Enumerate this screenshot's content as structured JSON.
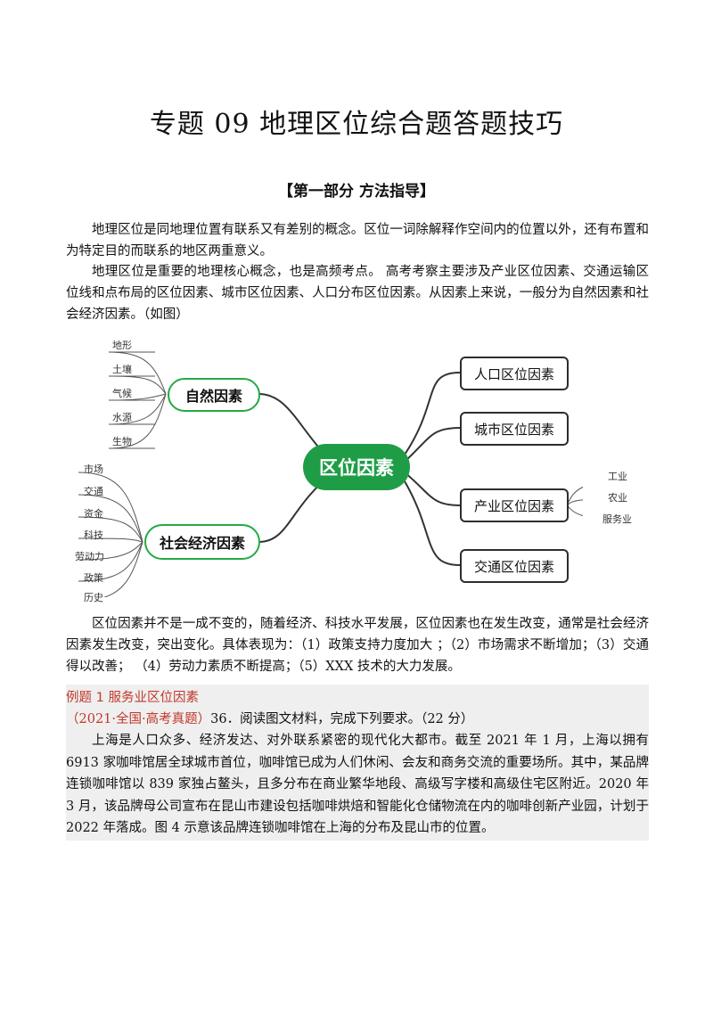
{
  "title": "专题 09  地理区位综合题答题技巧",
  "section_heading": "【第一部分    方法指导】",
  "paragraphs": {
    "p1": "地理区位是同地理位置有联系又有差别的概念。区位一词除解释作空间内的位置以外，还有布置和为特定目的而联系的地区两重意义。",
    "p2": "地理区位是重要的地理核心概念，也是高频考点。 高考考察主要涉及产业区位因素、交通运输区位线和点布局的区位因素、城市区位因素、人口分布区位因素。从因素上来说，一般分为自然因素和社会经济因素。（如图）",
    "p3": "区位因素并不是一成不变的，随着经济、科技水平发展，区位因素也在发生改变，通常是社会经济因素发生改变，突出变化。具体表现为：（1）政策支持力度加大 ；（2）市场需求不断增加；（3）交通得以改善；  （4）劳动力素质不断提高；（5）XXX 技术的大力发展。"
  },
  "mindmap": {
    "center": "区位因素",
    "natural": {
      "label": "自然因素",
      "leaves": [
        "地形",
        "土壤",
        "气候",
        "水源",
        "生物"
      ]
    },
    "social": {
      "label": "社会经济因素",
      "leaves": [
        "市场",
        "交通",
        "资金",
        "科技",
        "劳动力",
        "政策",
        "历史"
      ]
    },
    "right_nodes": [
      "人口区位因素",
      "城市区位因素",
      "产业区位因素",
      "交通区位因素"
    ],
    "industry_leaves": [
      "工业",
      "农业",
      "服务业"
    ]
  },
  "example": {
    "label": "例题 1    服务业区位因素",
    "source": "（2021·全国·高考真题）",
    "question": "36．阅读图文材料，完成下列要求。（22 分）",
    "body": "上海是人口众多、经济发达、对外联系紧密的现代化大都市。截至 2021 年 1 月，上海以拥有 6913 家咖啡馆居全球城市首位，咖啡馆已成为人们休闲、会友和商务交流的重要场所。其中，某品牌连锁咖啡馆以 839 家独占鳌头，且多分布在商业繁华地段、高级写字楼和高级住宅区附近。2020 年 3 月，该品牌母公司宣布在昆山市建设包括咖啡烘焙和智能化仓储物流在内的咖啡创新产业园，计划于 2022 年落成。图 4 示意该品牌连锁咖啡馆在上海的分布及昆山市的位置。"
  },
  "colors": {
    "center_fill": "#1f9d46",
    "green_border": "#27a844",
    "example_label": "#c0392b",
    "example_bg": "#efefef"
  }
}
